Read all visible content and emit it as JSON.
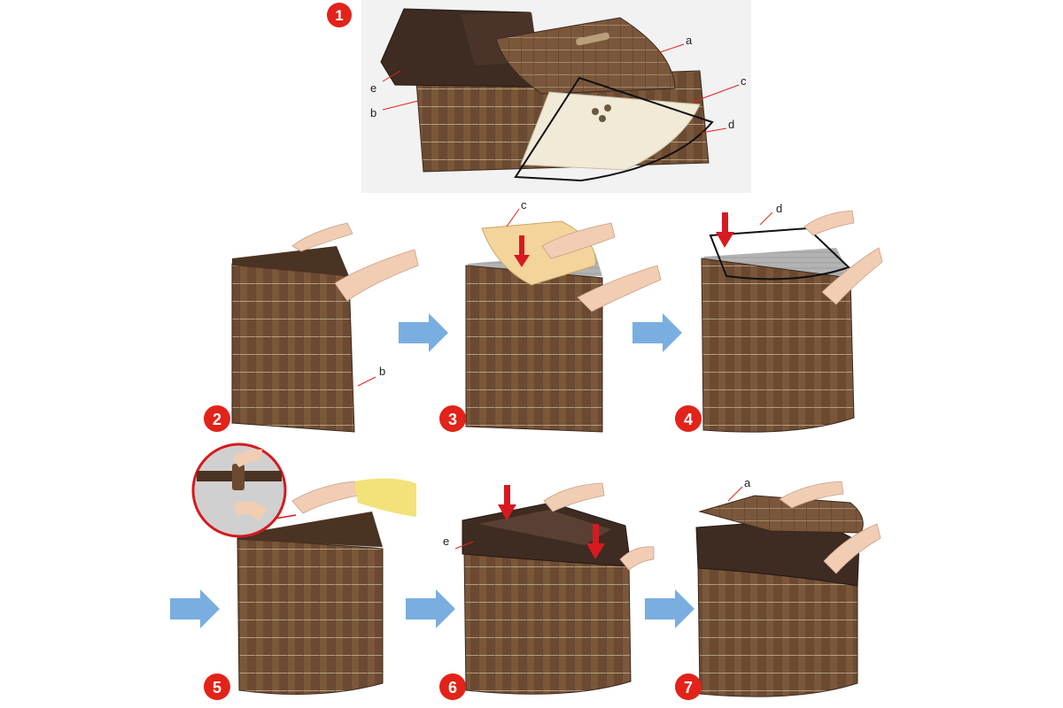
{
  "colors": {
    "step_badge": "#e2231a",
    "arrow_red": "#d71920",
    "arrow_blue": "#7aaee0",
    "bamboo_dark": "#5a3f2a",
    "bamboo_mid": "#76543a",
    "lining_grey": "#a9a9a9",
    "fabric_brown": "#3e2b22",
    "board_beige": "#f1ead6",
    "panel_bg": "#f2f2f2"
  },
  "steps": [
    {
      "number": "1",
      "label_icon": "parts-overview"
    },
    {
      "number": "2",
      "label_icon": "unfold-frame"
    },
    {
      "number": "3",
      "label_icon": "insert-bottom-board"
    },
    {
      "number": "4",
      "label_icon": "insert-wire-frame"
    },
    {
      "number": "5",
      "label_icon": "fasten-strap"
    },
    {
      "number": "6",
      "label_icon": "fit-fabric-liner"
    },
    {
      "number": "7",
      "label_icon": "place-lid"
    }
  ],
  "parts": {
    "a": "a",
    "b": "b",
    "c": "c",
    "d": "d",
    "e": "e"
  }
}
